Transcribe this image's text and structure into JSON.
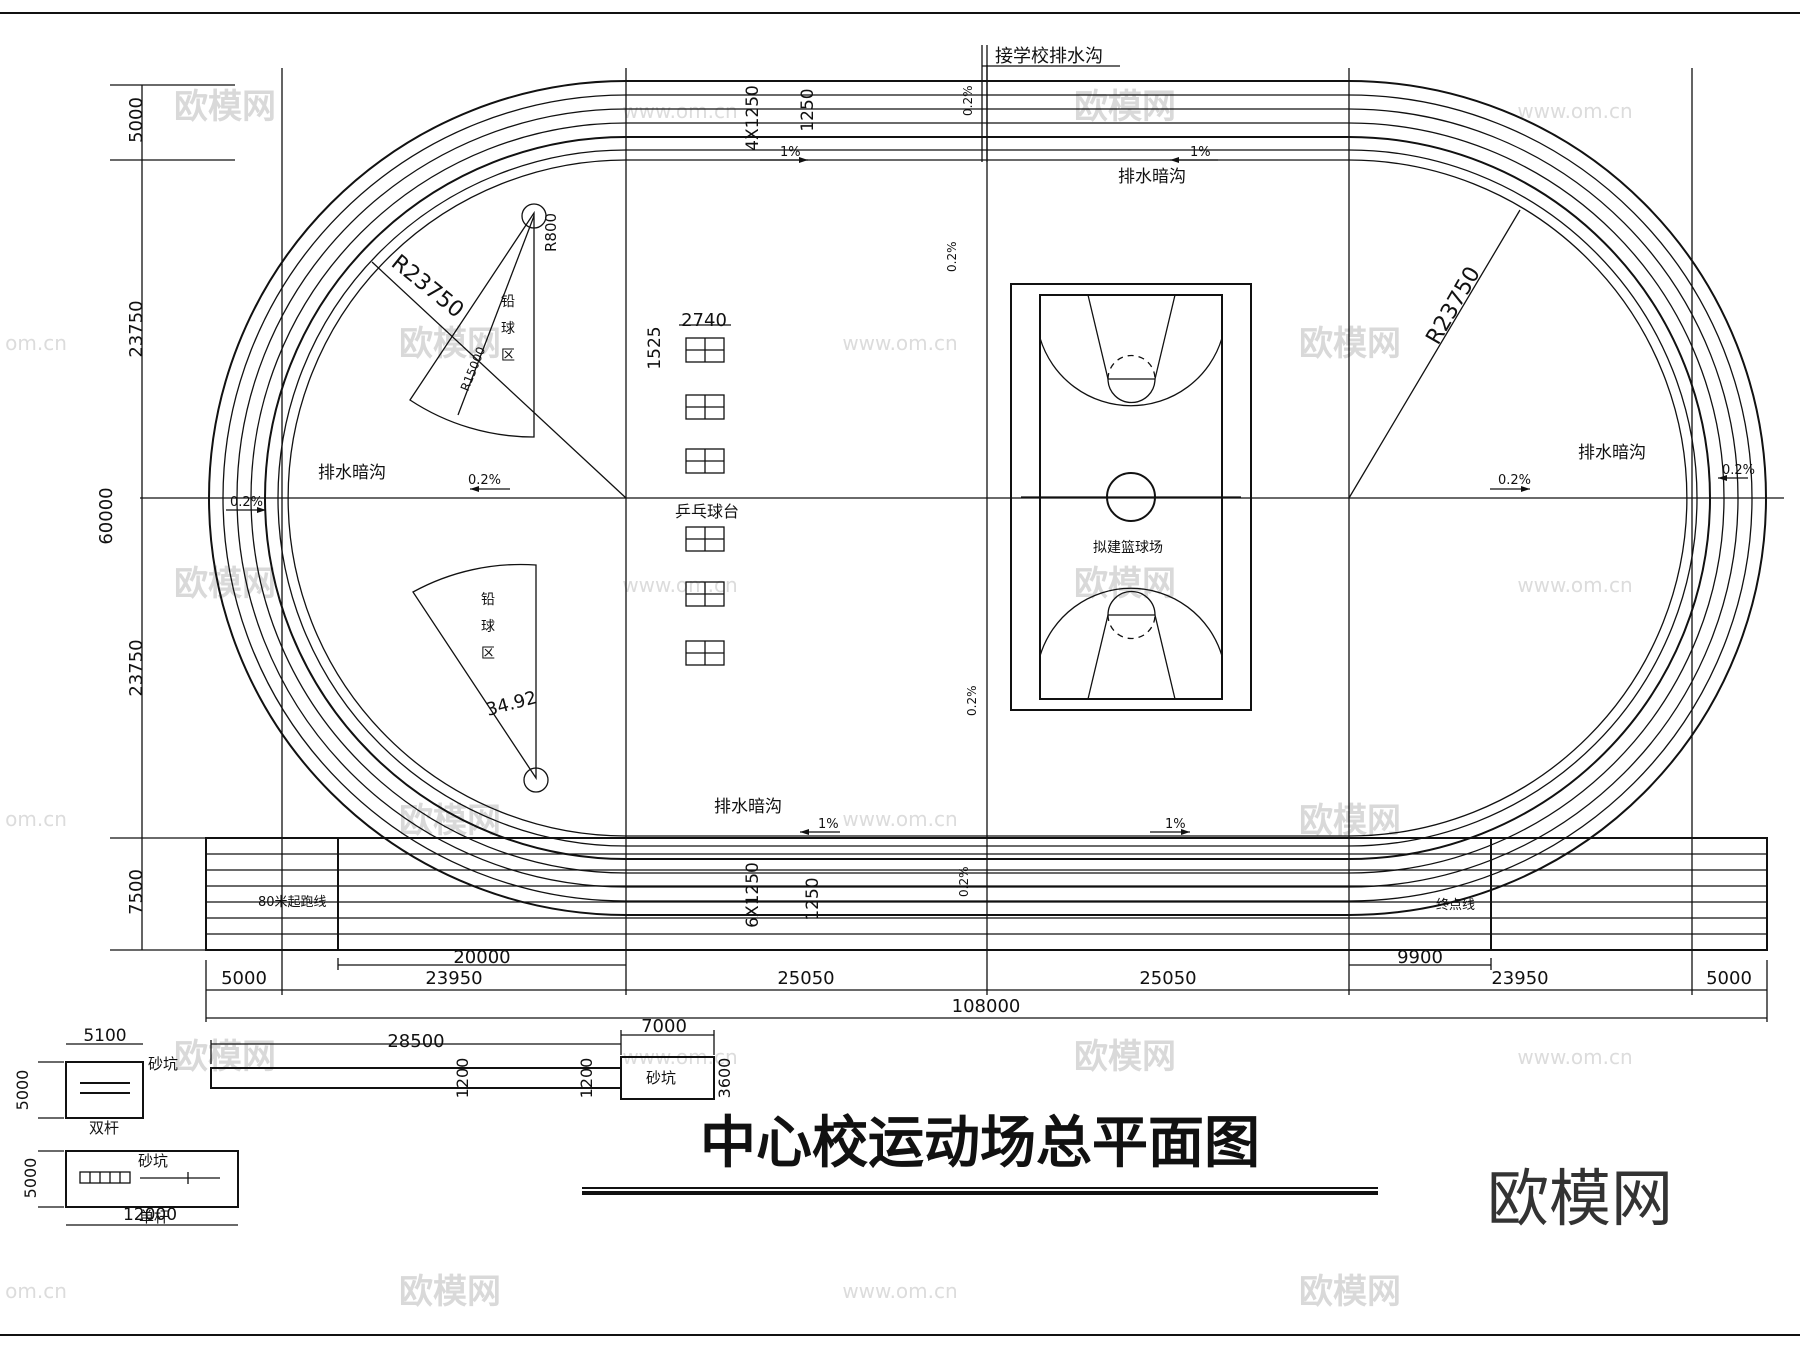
{
  "title": "中心校运动场总平面图",
  "brand": "欧模网",
  "watermark": {
    "brand": "欧模网",
    "url": "www.om.cn",
    "url_fragment": "om.cn"
  },
  "labels": {
    "school_drain": "接学校排水沟",
    "drain_top": "排水暗沟",
    "drain_left": "排水暗沟",
    "drain_right": "排水暗沟",
    "drain_bottom": "排水暗沟",
    "shot_put_top": [
      "铅",
      "球",
      "区"
    ],
    "shot_put_bottom": [
      "铅",
      "球",
      "区"
    ],
    "ping_pong": "乒乓球台",
    "basketball": "拟建篮球场",
    "start_line": "80米起跑线",
    "finish_line": "终点线",
    "sand_pit_1": "砂坑",
    "sand_pit_2": "砂坑",
    "sand_pit_3": "砂坑",
    "double_bar": "双杆",
    "single_bar": "单杆"
  },
  "dimensions": {
    "radius_left": "R23750",
    "radius_right": "R23750",
    "r800": "R800",
    "r15000": "R15000",
    "angle": "34.92",
    "table_width": "2740",
    "table_height": "1525",
    "lanes_top": "4X1250",
    "lane_top": "1250",
    "lanes_bottom": "6X1250",
    "lane_bottom": "1250",
    "v_top": "5000",
    "v_upper": "23750",
    "v_lower": "23750",
    "v_total": "60000",
    "v_bottom": "7500",
    "h_5000_left": "5000",
    "h_23950_left": "23950",
    "h_25050_left": "25050",
    "h_25050_right": "25050",
    "h_23950_right": "23950",
    "h_5000_right": "5000",
    "h_total": "108000",
    "h_20000": "20000",
    "h_9900": "9900",
    "pit_28500": "28500",
    "pit_7000": "7000",
    "pit_1200_a": "1200",
    "pit_1200_b": "1200",
    "pit_3600": "3600",
    "bar_5100": "5100",
    "bar_5000_a": "5000",
    "bar_5000_b": "5000",
    "bar_12000": "12000"
  },
  "slopes": {
    "s_top_a": "1%",
    "s_top_b": "1%",
    "s_bot_a": "1%",
    "s_bot_b": "1%",
    "s_top_mid": "0.2%",
    "s_field_v": "0.2%",
    "s_field_v2": "0.2%",
    "s_bot_mid": "0.2%",
    "s_left": "0.2%",
    "s_left_in": "0.2%",
    "s_right_in": "0.2%",
    "s_right": "0.2%"
  }
}
